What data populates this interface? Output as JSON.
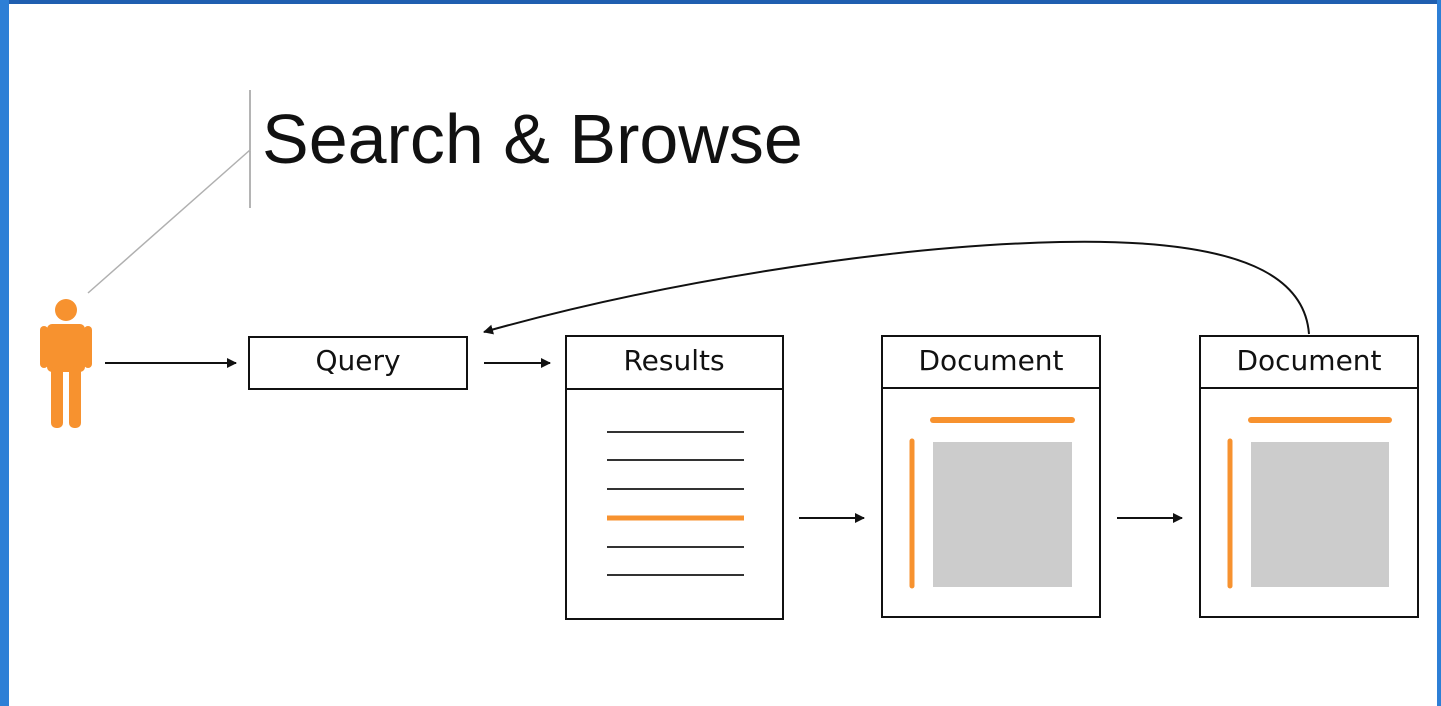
{
  "slide": {
    "title": "Search & Browse"
  },
  "nodes": {
    "query": {
      "label": "Query"
    },
    "results": {
      "label": "Results"
    },
    "document_1": {
      "label": "Document"
    },
    "document_2": {
      "label": "Document"
    }
  },
  "colors": {
    "accent": "#f7922f",
    "frame": "#2d7fd6",
    "box_stroke": "#111111",
    "content_placeholder": "#cccccc"
  }
}
